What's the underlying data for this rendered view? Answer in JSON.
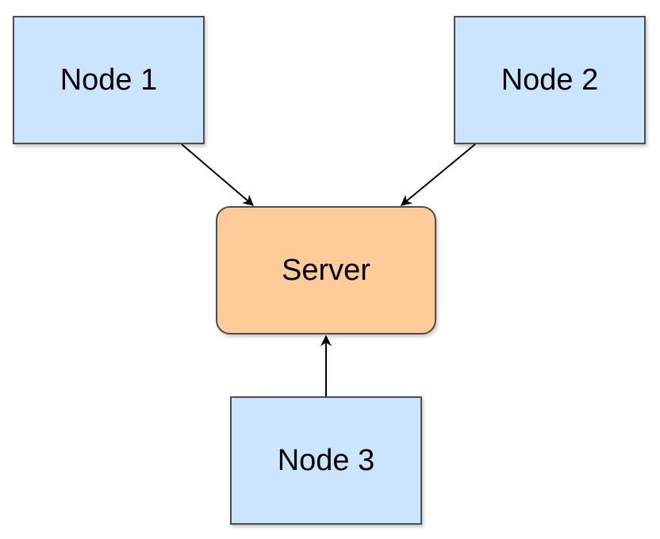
{
  "diagram": {
    "nodes": [
      {
        "id": "node1",
        "label": "Node 1",
        "shape": "rectangle",
        "fill": "#cce5ff"
      },
      {
        "id": "node2",
        "label": "Node 2",
        "shape": "rectangle",
        "fill": "#cce5ff"
      },
      {
        "id": "server",
        "label": "Server",
        "shape": "rounded-rectangle",
        "fill": "#ffcc99"
      },
      {
        "id": "node3",
        "label": "Node 3",
        "shape": "rectangle",
        "fill": "#cce5ff"
      }
    ],
    "edges": [
      {
        "from": "node1",
        "to": "server",
        "style": "solid-arrow"
      },
      {
        "from": "node2",
        "to": "server",
        "style": "solid-arrow"
      },
      {
        "from": "node3",
        "to": "server",
        "style": "solid-arrow"
      }
    ],
    "colors": {
      "node_fill": "#cce5ff",
      "server_fill": "#ffcc99",
      "border": "#4d4d4d",
      "edge": "#000000"
    }
  }
}
